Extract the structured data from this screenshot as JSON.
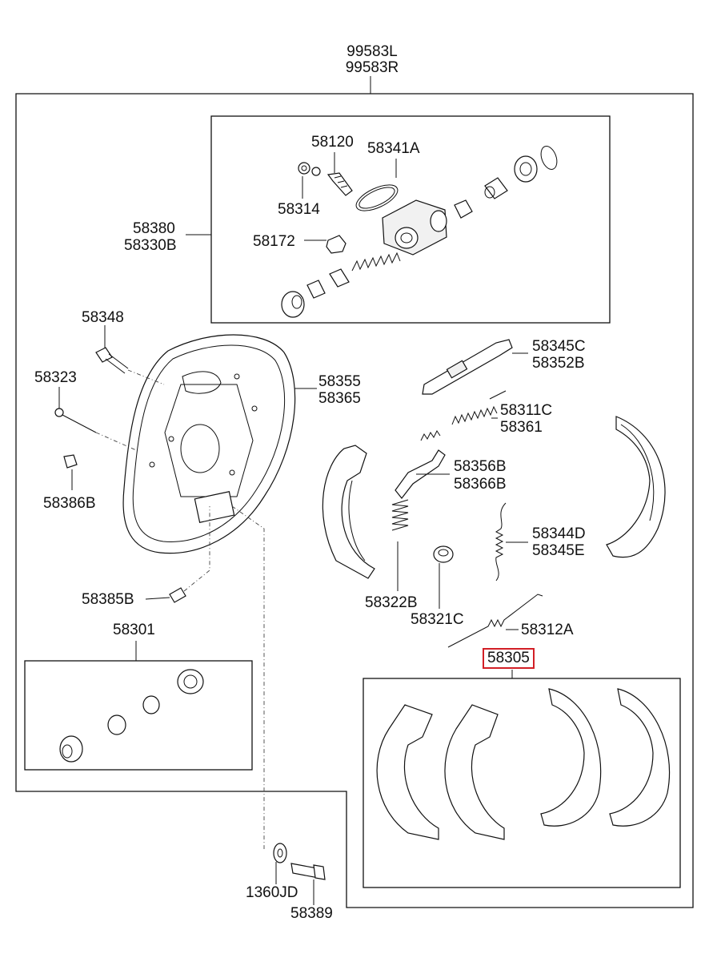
{
  "assembly_labels": {
    "top": "99583L",
    "bottom": "99583R"
  },
  "parts": {
    "p58120": "58120",
    "p58341A": "58341A",
    "p58314": "58314",
    "p58380": "58380",
    "p58330B": "58330B",
    "p58172": "58172",
    "p58348": "58348",
    "p58323": "58323",
    "p58355": "58355",
    "p58365": "58365",
    "p58345C": "58345C",
    "p58352B": "58352B",
    "p58311C": "58311C",
    "p58361": "58361",
    "p58356B": "58356B",
    "p58366B": "58366B",
    "p58386B": "58386B",
    "p58344D": "58344D",
    "p58345E": "58345E",
    "p58322B": "58322B",
    "p58321C": "58321C",
    "p58312A": "58312A",
    "p58385B": "58385B",
    "p58301": "58301",
    "p58305": "58305",
    "p1360JD": "1360JD",
    "p58389": "58389"
  },
  "highlight_color": "#d21f26",
  "line_color": "#111111"
}
